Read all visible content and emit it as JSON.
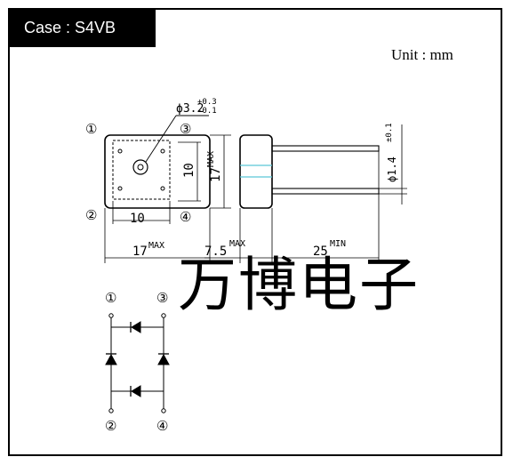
{
  "case_label": "Case : S4VB",
  "unit_label": "Unit : mm",
  "watermark": "万博电子",
  "dimensions": {
    "hole": "ϕ3.2",
    "hole_tol_plus": "+0.3",
    "hole_tol_minus": "-0.1",
    "inner_width": "10",
    "inner_height": "10",
    "height_max": "17",
    "height_max_suffix": "MAX",
    "width_max": "17",
    "width_max_suffix": "MAX",
    "body_depth": "7.5",
    "body_depth_suffix": "MAX",
    "lead_length": "25",
    "lead_length_suffix": "MIN",
    "lead_dia": "ϕ1.4",
    "lead_dia_tol": "±0.1"
  },
  "pins": {
    "p1": "①",
    "p2": "②",
    "p3": "③",
    "p4": "④"
  }
}
